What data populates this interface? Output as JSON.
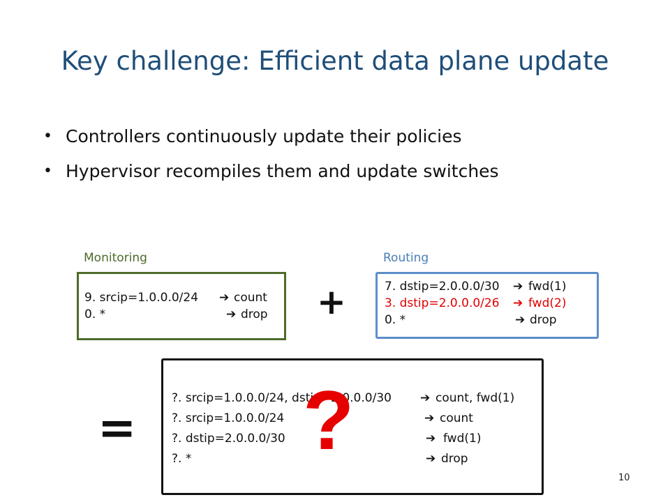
{
  "slide": {
    "title": "Key challenge: Efficient data plane update",
    "bullets": [
      "Controllers continuously update their policies",
      "Hypervisor recompiles them and update switches"
    ],
    "page_number": "10"
  },
  "monitoring": {
    "label": "Monitoring",
    "rules": [
      {
        "match": "9. srcip=1.0.0.0/24",
        "arrow": "➔",
        "action": "count"
      },
      {
        "match": "0. *",
        "arrow": "➔",
        "action": "drop"
      }
    ]
  },
  "routing": {
    "label": "Routing",
    "rules": [
      {
        "match": "7. dstip=2.0.0.0/30",
        "arrow": "➔",
        "action": "fwd(1)"
      },
      {
        "match": "3. dstip=2.0.0.0/26",
        "arrow": "➔",
        "action": "fwd(2)"
      },
      {
        "match": "0. *",
        "arrow": "➔",
        "action": "drop"
      }
    ]
  },
  "operators": {
    "plus": "+",
    "equals": "=",
    "question": "?"
  },
  "result": {
    "rules": [
      {
        "match": "?. srcip=1.0.0.0/24, dstip=2.0.0.0/30",
        "arrow": "➔",
        "action": "count, fwd(1)"
      },
      {
        "match": "?. srcip=1.0.0.0/24",
        "arrow": "➔",
        "action": "count"
      },
      {
        "match": "?. dstip=2.0.0.0/30",
        "arrow": "➔",
        "action": "fwd(1)"
      },
      {
        "match": "?. *",
        "arrow": "➔",
        "action": "drop"
      }
    ]
  },
  "colors": {
    "title": "#1f4e79",
    "monitoring": "#4e6b2a",
    "routing": "#5b8ec9",
    "highlight": "#e00000"
  }
}
